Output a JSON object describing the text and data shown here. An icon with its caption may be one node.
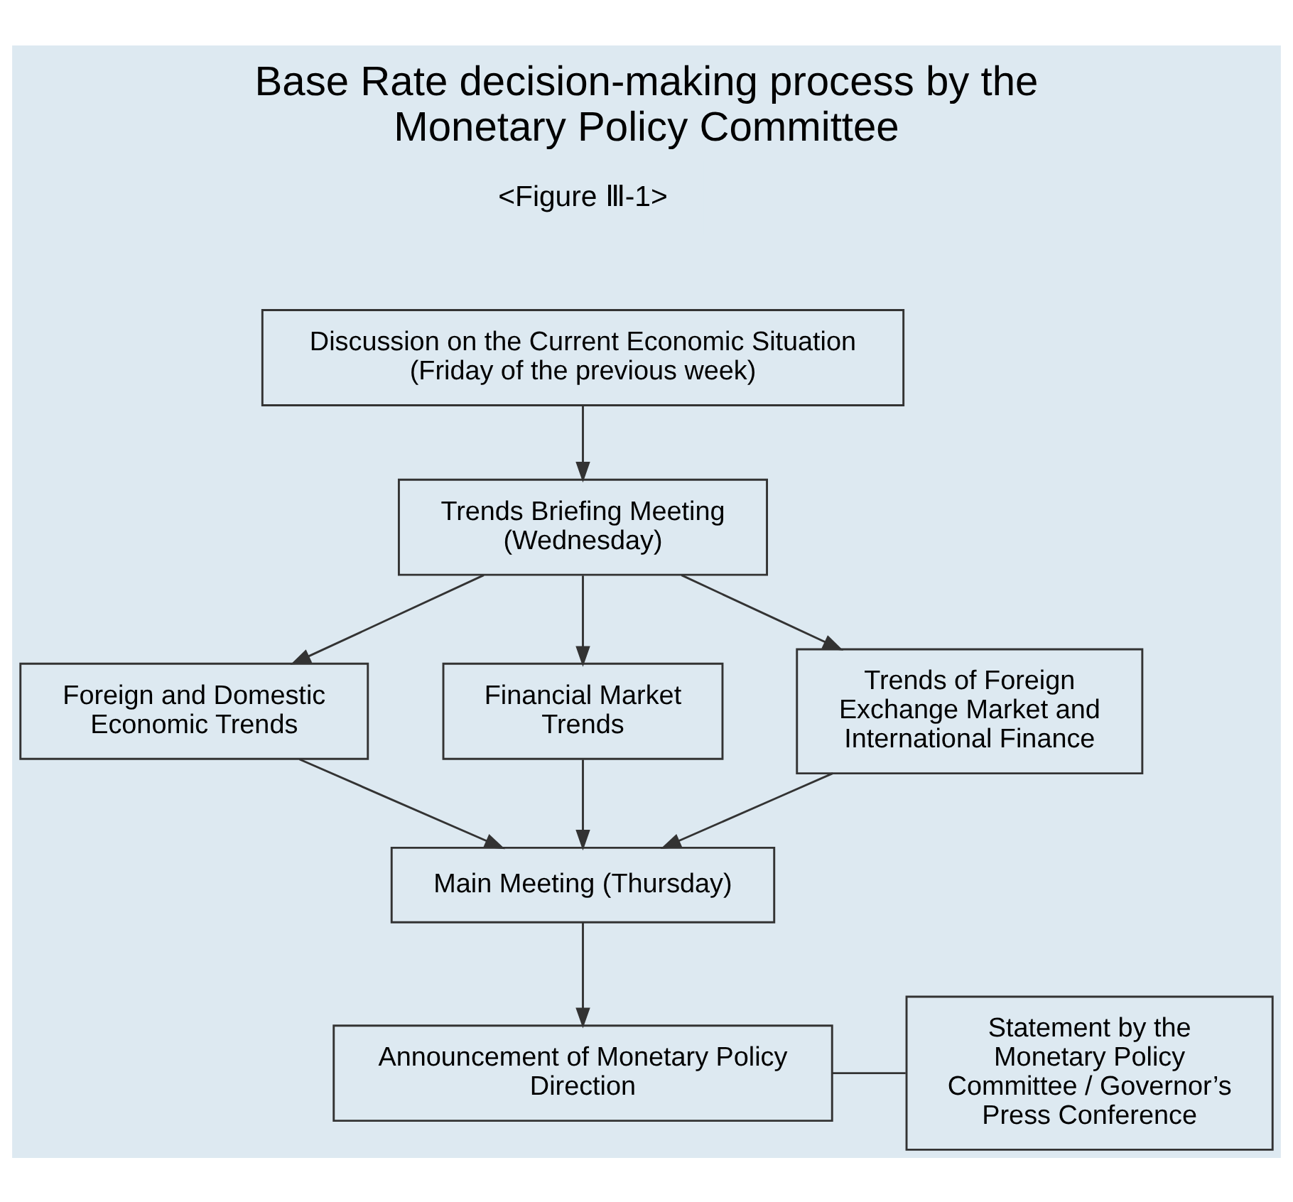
{
  "diagram": {
    "title": "Base Rate decision-making process by the Monetary Policy Committee",
    "nodes": [
      {
        "text": [
          "Discussion on the Current Economic Situation (Friday of the previous week)"
        ]
      },
      {
        "text": [
          "Trends Briefing Meeting (Wednesday)"
        ]
      },
      {
        "text": [
          "Foreign and Domestic Economic Trends"
        ]
      },
      {
        "text": [
          "Financial Market Trends"
        ]
      },
      {
        "text": [
          "Trends of Foreign Exchange Market and International Finance"
        ]
      },
      {
        "text": [
          "Main Meeting (Thursday)"
        ]
      },
      {
        "text": [
          "Announcement of Monetary Policy Direction"
        ]
      },
      {
        "text": [
          "Statement by the Monetary Policy Committee / Governor’s Press Conference"
        ]
      }
    ],
    "edges": [
      {
        "from": 0,
        "to": 1,
        "arrow": "to"
      },
      {
        "from": 1,
        "to": 2,
        "arrow": "to"
      },
      {
        "from": 1,
        "to": 3,
        "arrow": "to"
      },
      {
        "from": 1,
        "to": 4,
        "arrow": "to"
      },
      {
        "from": 2,
        "to": 5,
        "arrow": "to"
      },
      {
        "from": 3,
        "to": 5,
        "arrow": "to"
      },
      {
        "from": 4,
        "to": 5,
        "arrow": "to"
      },
      {
        "from": 5,
        "to": 6,
        "arrow": "to"
      },
      {
        "from": 6,
        "to": 7,
        "arrow": "none"
      }
    ],
    "labels": [
      "<Figure Ⅲ-1>"
    ]
  }
}
